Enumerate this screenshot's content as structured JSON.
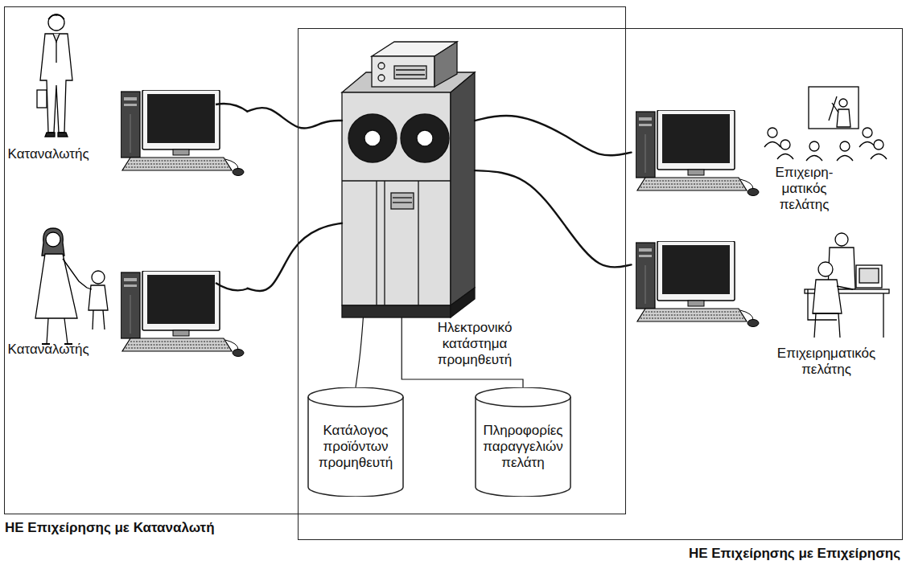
{
  "diagram": {
    "nodes": [
      {
        "text": [
          "ΗΕ Επιχείρησης με Καταναλωτή"
        ]
      },
      {
        "text": [
          "Καταναλωτής"
        ],
        "in": 0
      },
      {
        "text": [
          "Καταναλωτής"
        ],
        "in": 0
      },
      {
        "text": [
          "Ηλεκτρονικό κατάστημα προμηθευτή"
        ]
      },
      {
        "text": [
          "Κατάλογος προϊόντων προμηθευτή"
        ]
      },
      {
        "text": [
          "Πληροφορίες παραγγελιών πελάτη"
        ]
      },
      {
        "text": [
          "ΗΕ Επιχείρησης με Επιχείρησης"
        ]
      },
      {
        "text": [
          "Επιχειρη- ματικός πελάτης"
        ],
        "in": 6
      },
      {
        "text": [
          "Επιχειρηματικός πελάτης"
        ],
        "in": 6
      }
    ],
    "edges": [
      {
        "from": 1,
        "to": 3,
        "arrow": "none"
      },
      {
        "from": 2,
        "to": 3,
        "arrow": "none"
      },
      {
        "from": 3,
        "to": 4,
        "arrow": "none"
      },
      {
        "from": 3,
        "to": 5,
        "arrow": "none"
      },
      {
        "from": 3,
        "to": 7,
        "arrow": "none"
      },
      {
        "from": 3,
        "to": 8,
        "arrow": "none"
      }
    ]
  }
}
